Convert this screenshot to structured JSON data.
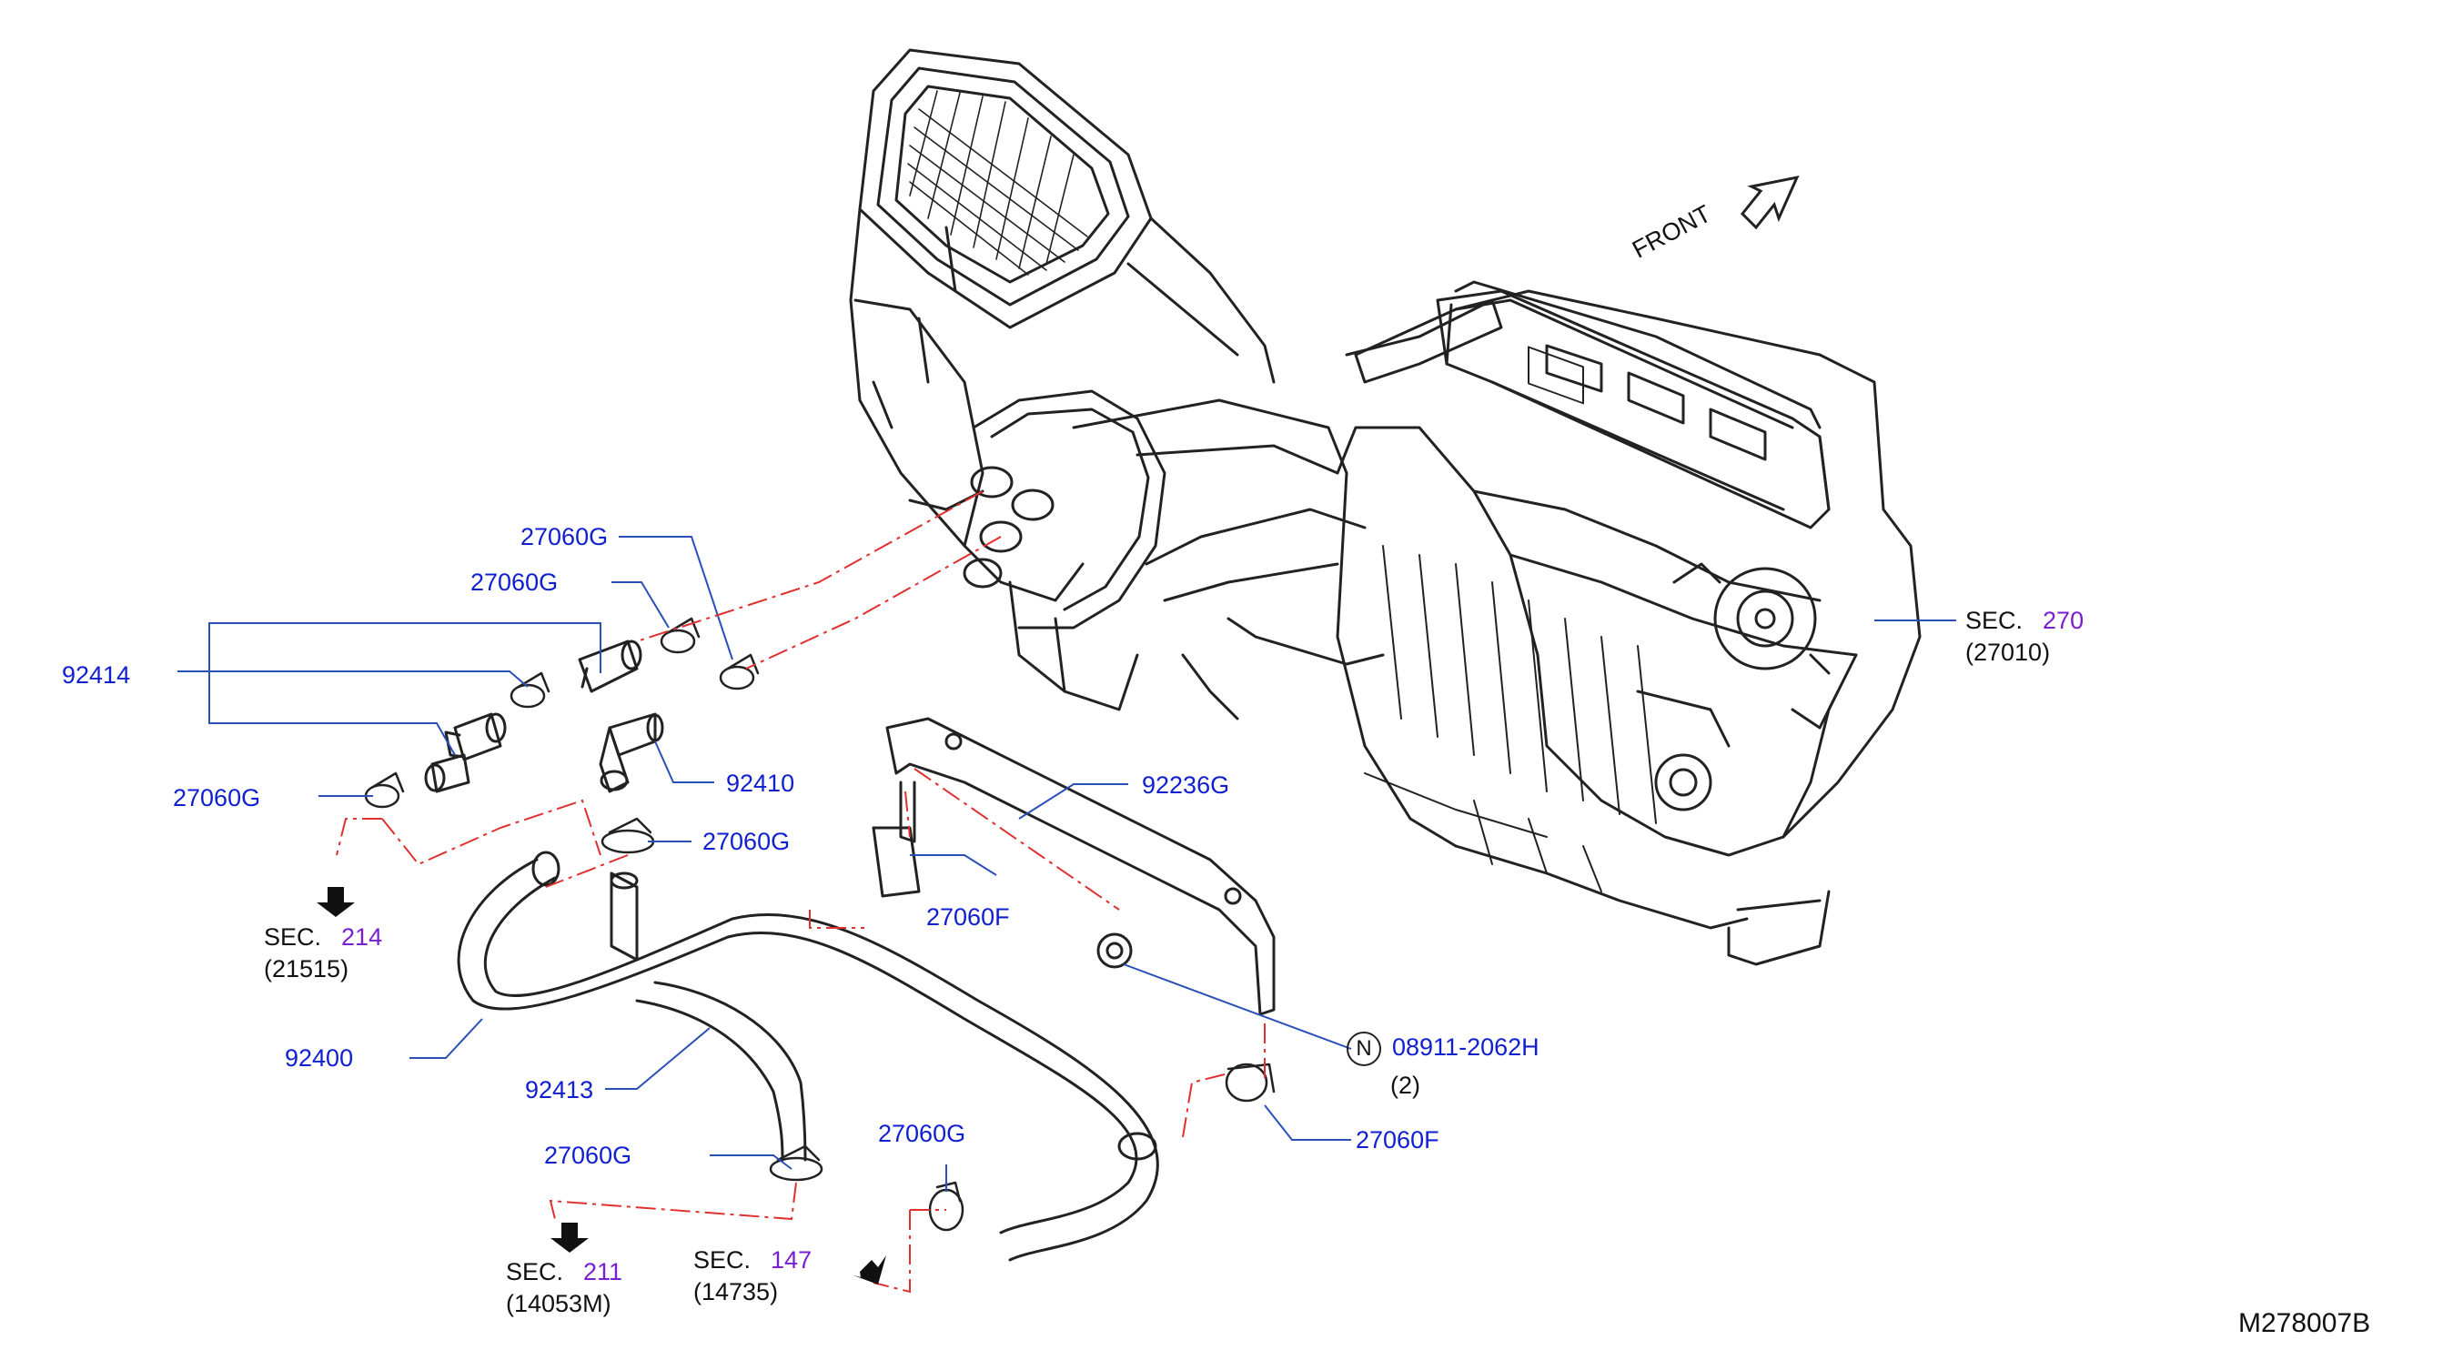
{
  "diagram_id": "M278007B",
  "front_label": "FRONT",
  "colors": {
    "part_number": "#1020d0",
    "section_number": "#7a1fd0",
    "leader_line": "#2a4fb8",
    "dash_line": "#e03030",
    "drawing": "#222222"
  },
  "callouts": {
    "c27060g_a": "27060G",
    "c27060g_b": "27060G",
    "c92414": "92414",
    "c92410": "92410",
    "c27060g_c": "27060G",
    "c27060g_d": "27060G",
    "c92236g": "92236G",
    "c27060f_a": "27060F",
    "c92400": "92400",
    "c92413": "92413",
    "c27060g_e": "27060G",
    "c27060g_f": "27060G",
    "c27060f_b": "27060F",
    "nut_number": "08911-2062H",
    "nut_qty": "(2)",
    "nut_symbol": "N"
  },
  "sections": {
    "s214": {
      "label": "SEC.",
      "num": "214",
      "ref": "(21515)"
    },
    "s270": {
      "label": "SEC.",
      "num": "270",
      "ref": "(27010)"
    },
    "s211": {
      "label": "SEC.",
      "num": "211",
      "ref": "(14053M)"
    },
    "s147": {
      "label": "SEC.",
      "num": "147",
      "ref": "(14735)"
    }
  }
}
